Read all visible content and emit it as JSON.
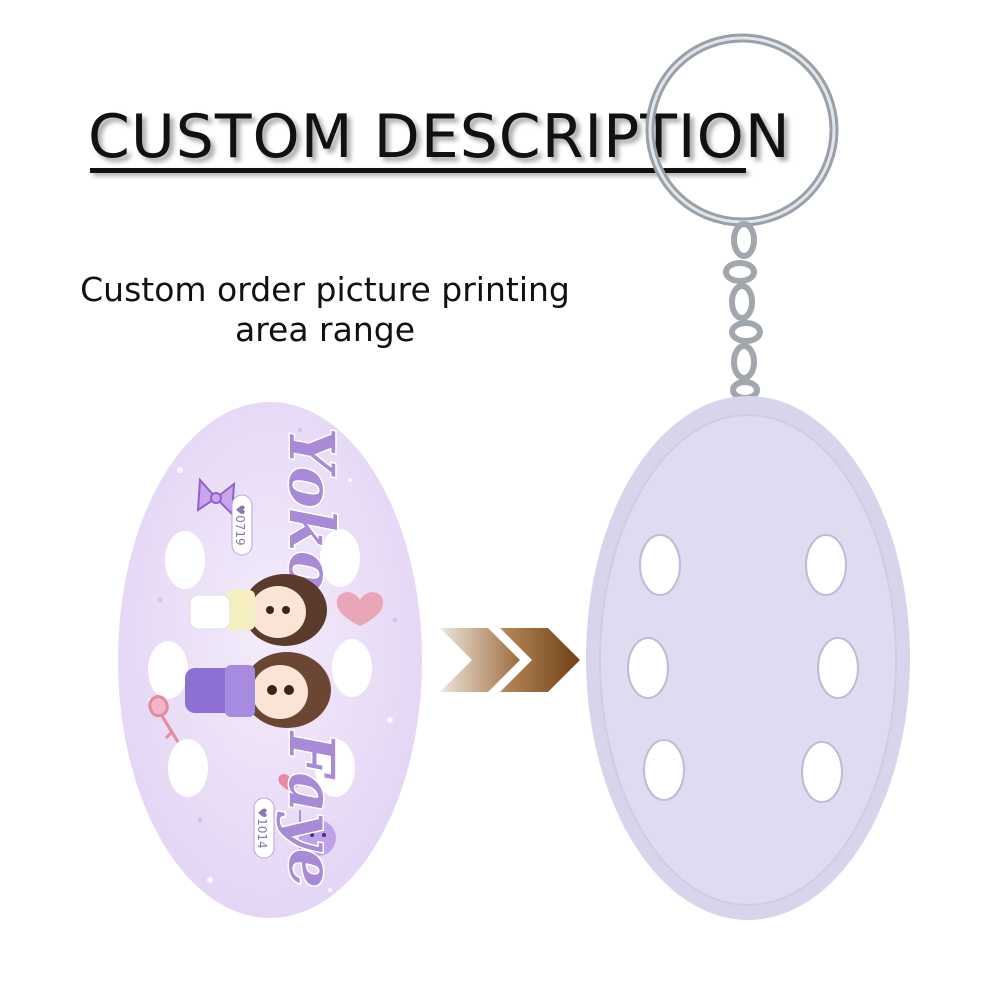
{
  "header": {
    "title": "CUSTOM DESCRIPTION",
    "subtitle": "Custom order picture printing area range"
  },
  "printed_design": {
    "name_top": "Yoko",
    "date_top": "♥0719",
    "name_bottom": "Faye",
    "date_bottom": "♥1014"
  },
  "colors": {
    "lavender": "#e8dcf7",
    "purple_text": "#a98ad6",
    "keychain_body": "#dcdbef",
    "arrow_brown": "#8a5a2e"
  },
  "icons": [
    "keyring-icon",
    "chevron-arrow-icon",
    "bow-icon",
    "heart-icon",
    "key-icon"
  ]
}
